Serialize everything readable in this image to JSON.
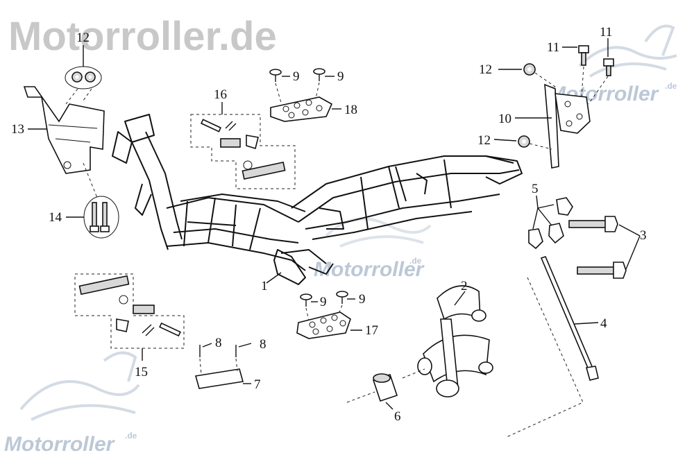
{
  "watermark": {
    "top_text": "Motorroller.de",
    "logo_text": "Motorroller",
    "logo_suffix": ".de",
    "color": "#c8c8c8",
    "logo_color": "#bcc8d6"
  },
  "callouts": {
    "c1": "1",
    "c2": "2",
    "c3": "3",
    "c4": "4",
    "c5": "5",
    "c6": "6",
    "c7": "7",
    "c8a": "8",
    "c8b": "8",
    "c9a": "9",
    "c9b": "9",
    "c9c": "9",
    "c9d": "9",
    "c10": "10",
    "c11a": "11",
    "c11b": "11",
    "c12a": "12",
    "c12b": "12",
    "c12c": "12",
    "c13": "13",
    "c14": "14",
    "c15": "15",
    "c16": "16",
    "c17": "17",
    "c18": "18"
  }
}
